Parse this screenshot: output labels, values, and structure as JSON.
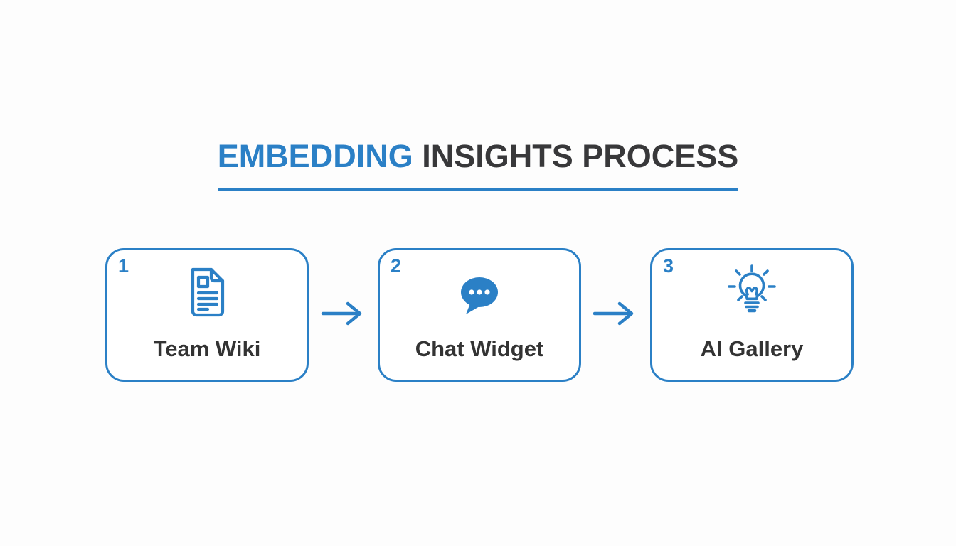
{
  "title": {
    "highlight": "EMBEDDING",
    "rest": " INSIGHTS PROCESS"
  },
  "steps": [
    {
      "number": "1",
      "label": "Team Wiki",
      "icon": "document-icon"
    },
    {
      "number": "2",
      "label": "Chat Widget",
      "icon": "chat-bubble-icon"
    },
    {
      "number": "3",
      "label": "AI Gallery",
      "icon": "lightbulb-icon"
    }
  ],
  "connectors": [
    {
      "icon": "arrow-right-icon"
    },
    {
      "icon": "arrow-right-icon"
    }
  ],
  "colors": {
    "accent": "#2b80c6",
    "heading_text": "#38383a",
    "label_text": "#333333",
    "background": "#fdfdfd"
  }
}
